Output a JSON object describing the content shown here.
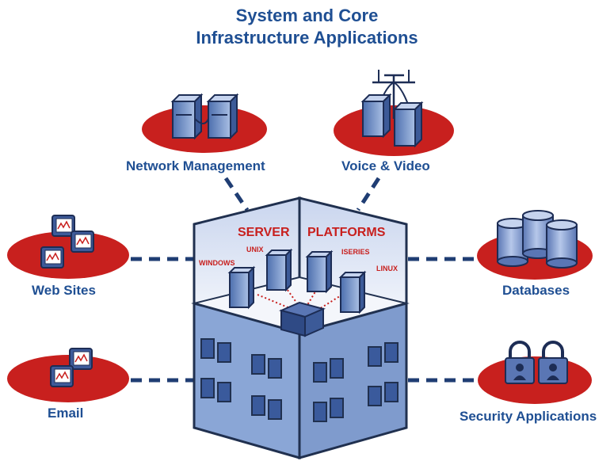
{
  "title": {
    "line1": "System and Core",
    "line2": "Infrastructure Applications"
  },
  "nodes": {
    "network": {
      "label": "Network Management",
      "icon": "server-pair-icon"
    },
    "voice": {
      "label": "Voice & Video",
      "icon": "antenna-server-icon"
    },
    "websites": {
      "label": "Web Sites",
      "icon": "monitors-icon"
    },
    "databases": {
      "label": "Databases",
      "icon": "database-cylinders-icon"
    },
    "email": {
      "label": "Email",
      "icon": "mail-monitors-icon"
    },
    "security": {
      "label": "Security Applications",
      "icon": "padlocks-icon"
    }
  },
  "building": {
    "server_heading": "SERVER",
    "platforms_heading": "PLATFORMS",
    "platforms": {
      "windows": "WINDOWS",
      "unix": "UNIX",
      "iseries": "ISERIES",
      "linux": "LINUX"
    }
  },
  "colors": {
    "title_text": "#1f4f93",
    "accent_red": "#c8201e",
    "building_blue": "#8aa6d6",
    "building_dark": "#20304f",
    "connector": "#1f3d73"
  }
}
